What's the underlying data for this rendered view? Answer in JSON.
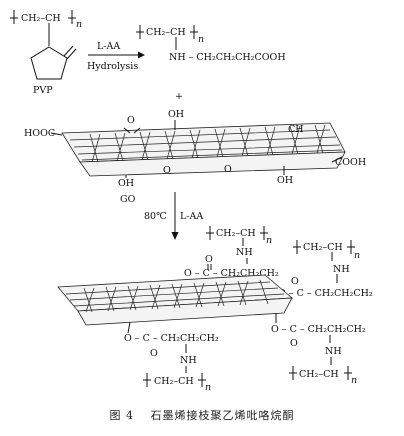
{
  "reactant_pvp": {
    "repeat_formula": "CH₂–CH",
    "subscript": "n",
    "label": "PVP"
  },
  "step1": {
    "reagent": "L-AA",
    "condition": "Hydrolysis"
  },
  "product1": {
    "repeat_formula": "CH₂–CH",
    "subscript": "n",
    "side_chain": "NH – CH₂CH₂CH₂COOH"
  },
  "plus_sign": "+",
  "go": {
    "label": "GO",
    "groups": {
      "left_cooh": "HOOC",
      "right_cooh": "COOH",
      "oh_top": "OH",
      "oh_bottom_left": "OH",
      "oh_bottom_right": "OH",
      "ch_top_right": "CH",
      "o_top": "O",
      "o_mid_left": "O",
      "o_mid_right": "O"
    }
  },
  "step2": {
    "temperature": "80℃",
    "reagent": "L-AA"
  },
  "product2": {
    "chain_formula": "CH₂–CH",
    "subscript": "n",
    "nh": "NH",
    "ester_o": "O",
    "carbonyl_o": "O",
    "ester_top_left": "O – C – CH₂CH₂CH₂",
    "ester_top_right": "O – C – CH₂CH₂CH₂",
    "ester_bottom_left": "O – C – CH₂CH₂CH₂",
    "ester_bottom_right": "O – C – CH₂CH₂CH₂"
  },
  "caption": "图 4　 石墨烯接枝聚乙烯吡咯烷酮"
}
